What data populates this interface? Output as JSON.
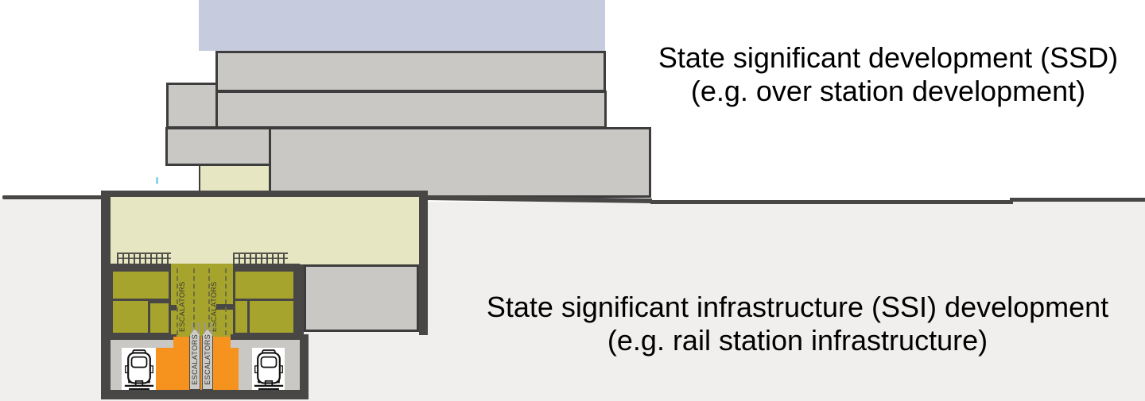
{
  "labels": {
    "ssd": {
      "line1": "State significant development (SSD)",
      "line2": "(e.g. over station development)"
    },
    "ssi": {
      "line1": "State significant infrastructure (SSI) development",
      "line2": "(e.g. rail station infrastructure)"
    }
  },
  "station": {
    "escalator_label": "ESCALATORS"
  },
  "colors": {
    "outline": "#3d3d3d",
    "wallDark": "#484745",
    "buildingGrey": "#c9c8c5",
    "blue": "#c6cbdd",
    "beige": "#e6e6c2",
    "olive": "#a7a42e",
    "orange": "#f6921e",
    "soil": "#f0efee",
    "stripGrey": "#cbcac8"
  }
}
